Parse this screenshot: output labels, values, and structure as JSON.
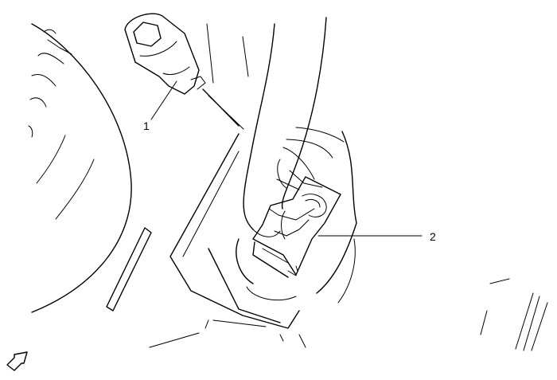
{
  "callouts": [
    {
      "id": "callout-1",
      "label": "1"
    },
    {
      "id": "callout-2",
      "label": "2"
    }
  ],
  "icons": {
    "view_arrow": "view-direction-arrow-icon"
  }
}
